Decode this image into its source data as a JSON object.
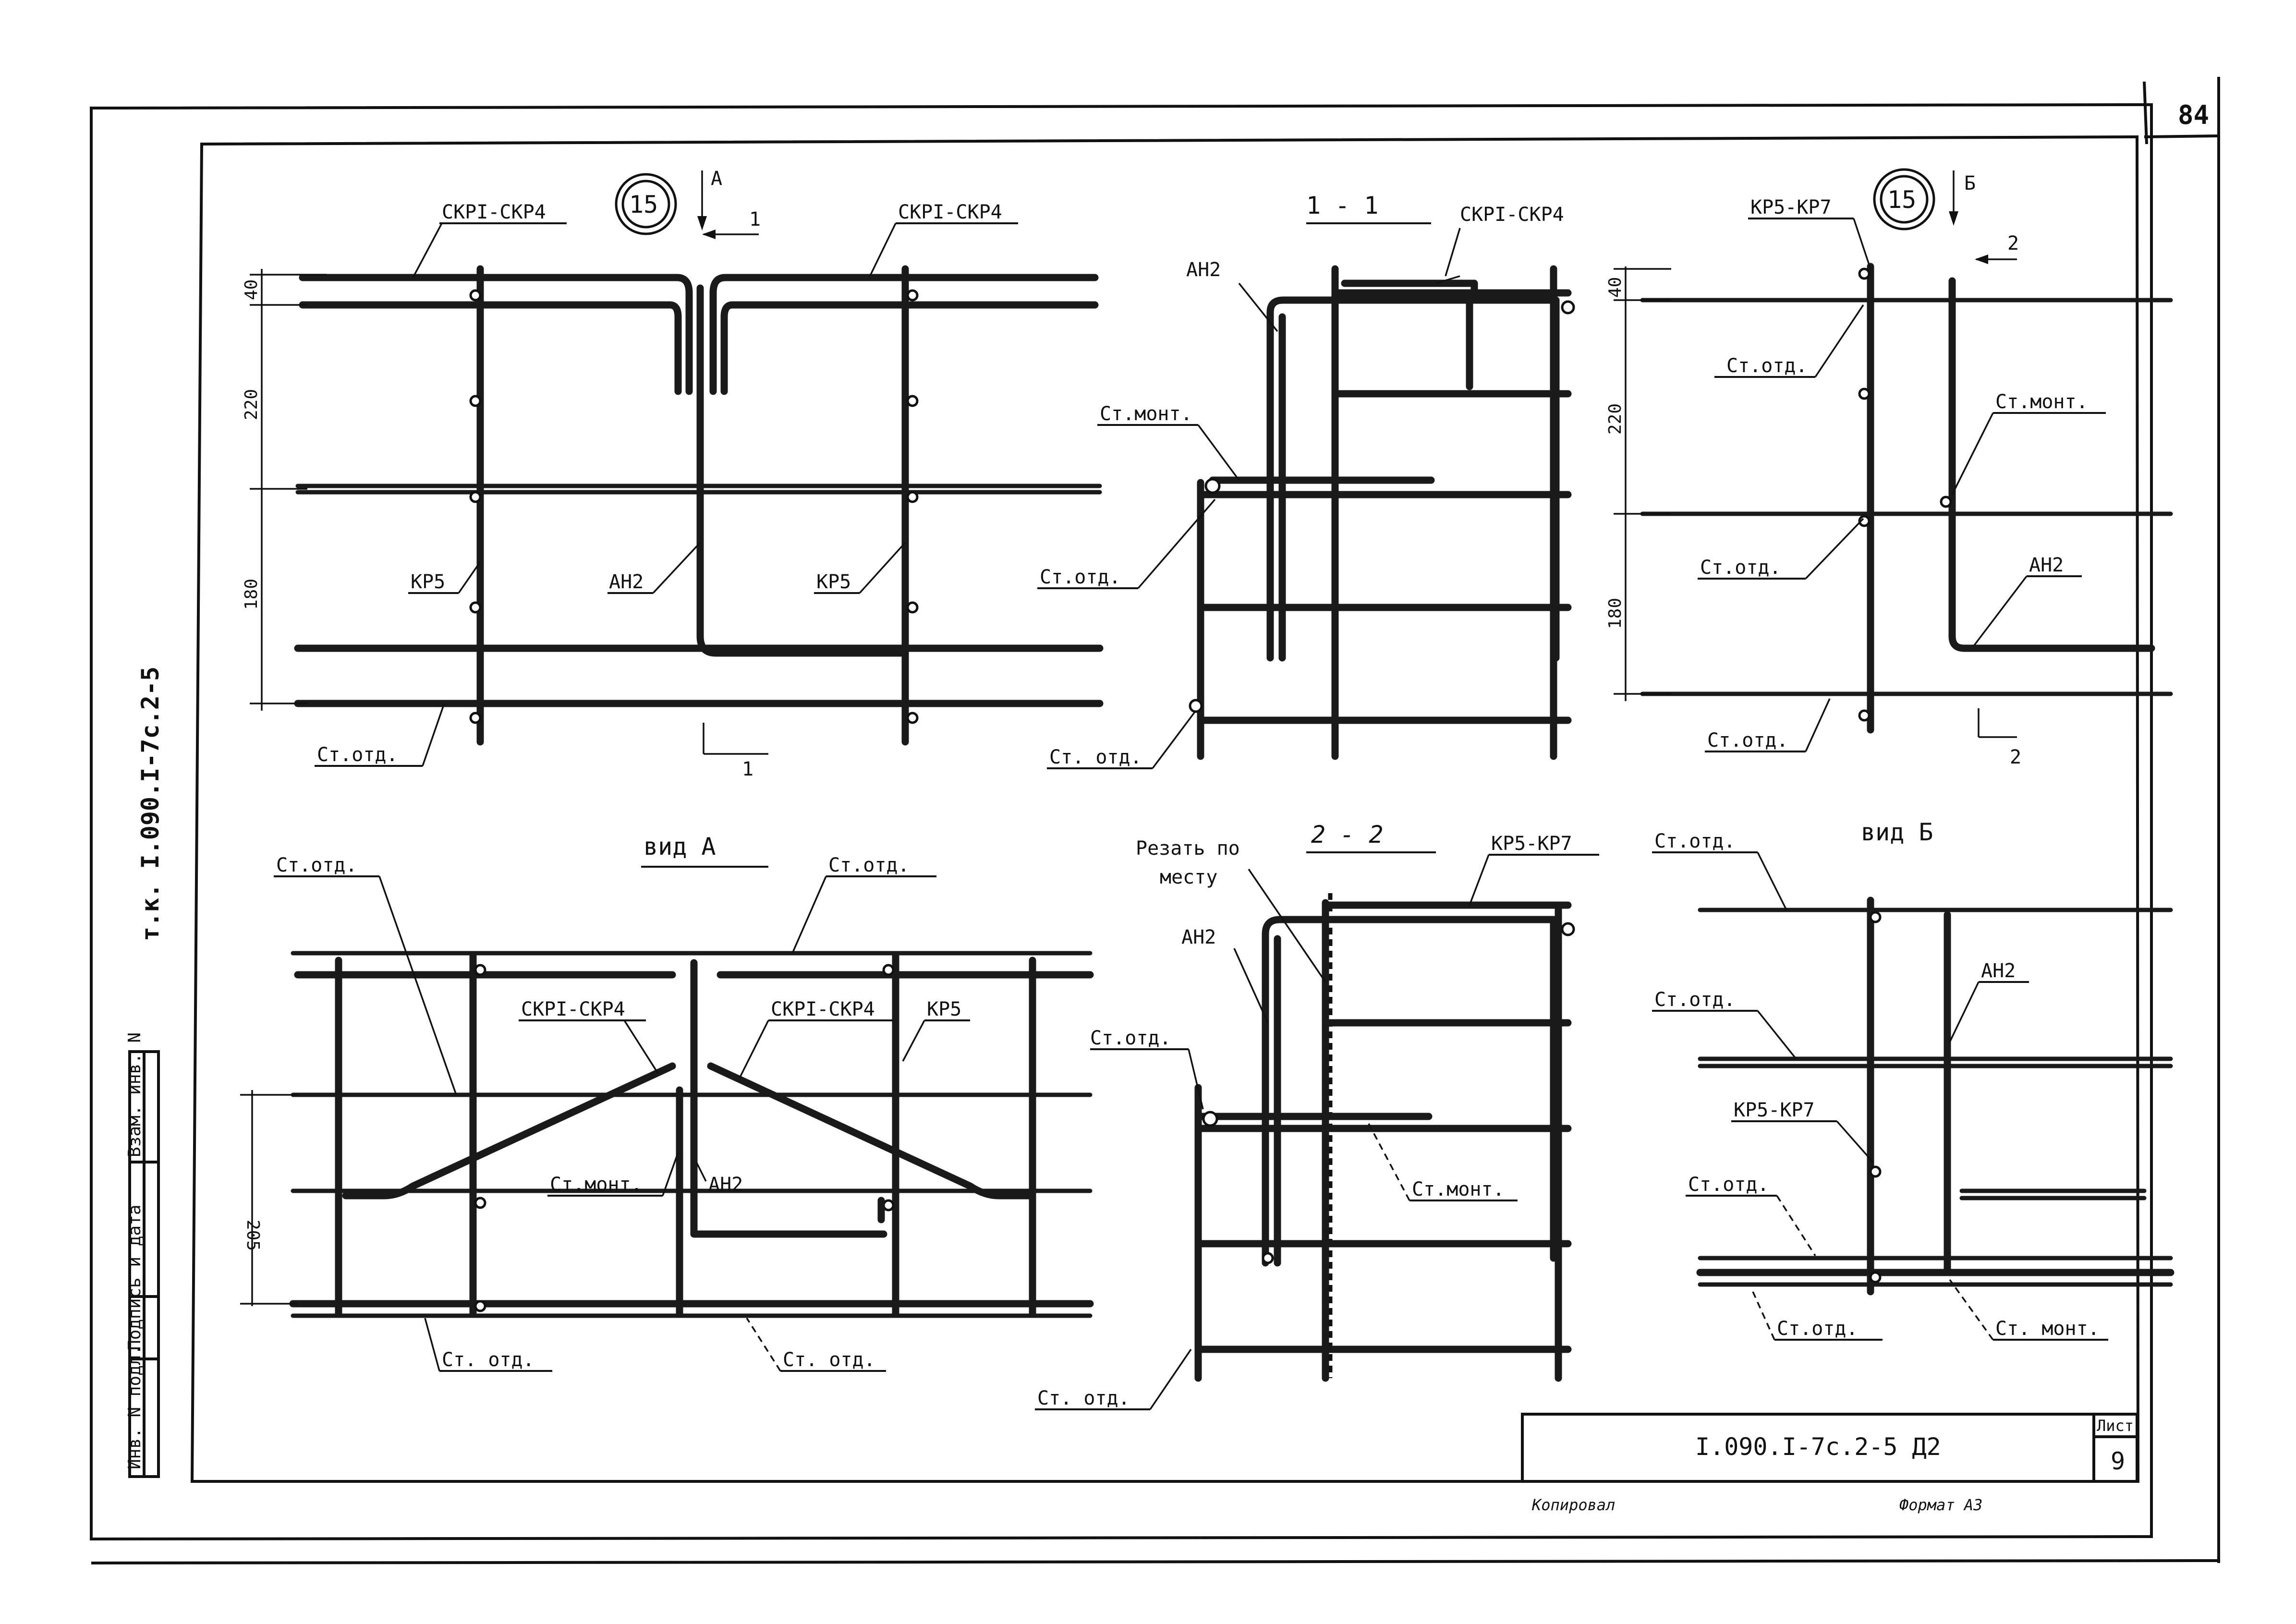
{
  "sheet": {
    "corner_number": "84",
    "stamp_side": "т.к. I.090.I-7с.2-5",
    "left_table": [
      "Инв. N подл.",
      "Подпись и дата",
      "Взам. инв. N"
    ],
    "title_code": "I.090.I-7с.2-5 Д2",
    "list_label": "Лист",
    "list_number": "9",
    "copied_label": "Копировал",
    "format_label": "Формат А3"
  },
  "view_main": {
    "marker": "15",
    "arrow_a": "А",
    "section_mark_top": "1",
    "section_mark_bottom": "1",
    "labels": {
      "ckp_left": "СКРI-СКР4",
      "ckp_right": "СКРI-СКР4",
      "kp5_left": "КР5",
      "kp5_right": "КР5",
      "ah2": "АН2",
      "st_otd": "Ст.отд."
    },
    "dims": [
      "40",
      "220",
      "180"
    ]
  },
  "section_1": {
    "title": "1 - 1",
    "labels": {
      "ckp": "СКРI-СКР4",
      "ah2": "АН2",
      "st_mont": "Ст.монт.",
      "st_otd": "Ст.отд.",
      "st_otd_bottom": "Ст. отд."
    }
  },
  "view_15b": {
    "marker": "15",
    "arrow_b": "Б",
    "section_mark_top": "2",
    "section_mark_bottom": "2",
    "labels": {
      "kp": "КР5-КР7",
      "st_otd_1": "Ст.отд.",
      "st_mont": "Ст.монт.",
      "st_otd_2": "Ст.отд.",
      "ah2": "АН2",
      "st_otd_3": "Ст.отд."
    },
    "dims": [
      "40",
      "220",
      "180"
    ]
  },
  "view_a": {
    "title": "вид А",
    "labels": {
      "st_otd_left": "Ст.отд.",
      "st_otd_right": "Ст.отд.",
      "ckp_left": "СКРI-СКР4",
      "ckp_right": "СКРI-СКР4",
      "kp5": "КР5",
      "st_mont": "Ст.монт.",
      "ah2": "АН2",
      "st_otd_bl": "Ст. отд.",
      "st_otd_bm": "Ст. отд."
    },
    "dims": [
      "205"
    ]
  },
  "section_2": {
    "title": "2 - 2",
    "labels": {
      "cut_note_1": "Резать по",
      "cut_note_2": "месту",
      "kp": "КР5-КР7",
      "ah2": "АН2",
      "st_otd": "Ст.отд.",
      "st_mont": "Ст.монт.",
      "st_otd_bottom": "Ст. отд."
    }
  },
  "view_b": {
    "title": "вид Б",
    "labels": {
      "st_otd_1": "Ст.отд.",
      "st_otd_2": "Ст.отд.",
      "ah2": "АН2",
      "kp": "КР5-КР7",
      "st_otd_3": "Ст.отд.",
      "st_otd_4": "Ст.отд.",
      "st_mont": "Ст. монт."
    }
  }
}
